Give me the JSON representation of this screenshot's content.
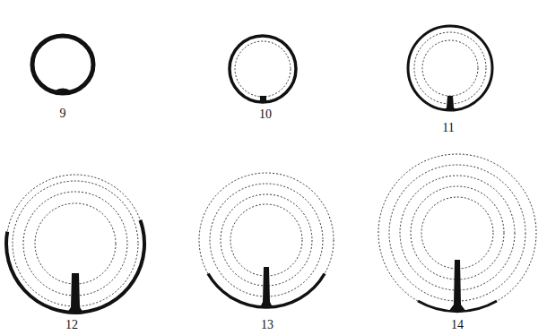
{
  "diagram": {
    "labels": [
      "9",
      "10",
      "11",
      "12",
      "13",
      "14"
    ]
  }
}
